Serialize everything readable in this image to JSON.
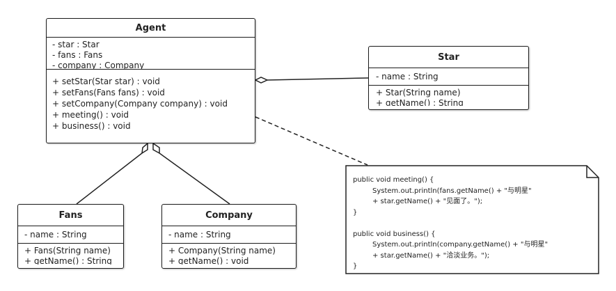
{
  "classes": {
    "agent": {
      "name": "Agent",
      "attributes": [
        "- star : Star",
        "- fans : Fans",
        "- company : Company"
      ],
      "operations": [
        "+ setStar(Star star) : void",
        "+ setFans(Fans fans) : void",
        "+ setCompany(Company company) : void",
        "+ meeting() : void",
        "+ business() : void"
      ]
    },
    "star": {
      "name": "Star",
      "attributes": [
        "- name : String"
      ],
      "operations": [
        "+ Star(String name)",
        "+ getName() : String"
      ]
    },
    "fans": {
      "name": "Fans",
      "attributes": [
        "- name : String"
      ],
      "operations": [
        "+ Fans(String name)",
        "+ getName() : String"
      ]
    },
    "company": {
      "name": "Company",
      "attributes": [
        "- name : String"
      ],
      "operations": [
        "+ Company(String name)",
        "+ getName() : void"
      ]
    }
  },
  "note": {
    "lines": [
      "public void meeting() {",
      "System.out.println(fans.getName() + \"与明星\"",
      "+ star.getName() + \"见面了。\");",
      "}",
      "",
      "public void business() {",
      "System.out.println(company.getName() + \"与明星\"",
      "+ star.getName() + \"洽淡业务。\");",
      "}"
    ]
  }
}
